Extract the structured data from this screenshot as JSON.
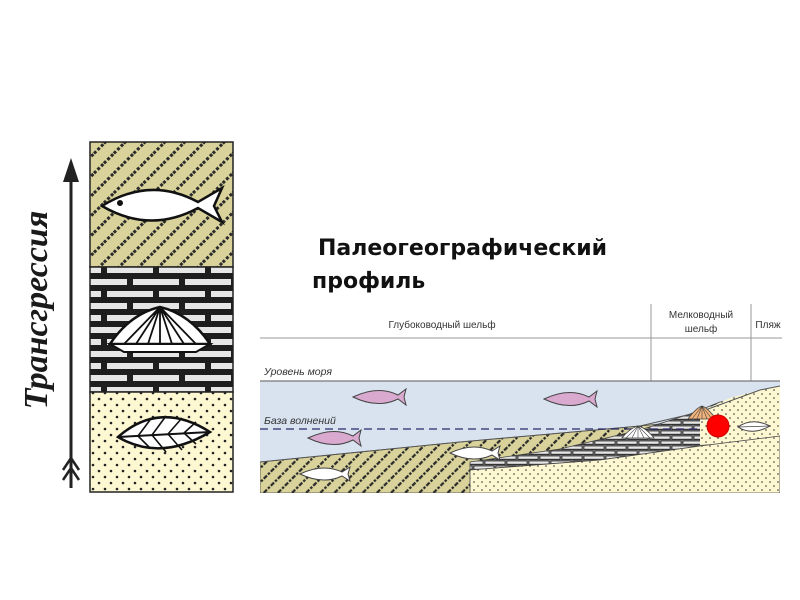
{
  "vertical_label": "Трансгрессия",
  "title": {
    "line1": "Палеогеографический",
    "line2": "профиль"
  },
  "zones": {
    "deep_shelf": "Глубоководный шельф",
    "shallow_shelf_line1": "Мелководный",
    "shallow_shelf_line2": "шельф",
    "beach": "Пляж"
  },
  "levels": {
    "sea_level": "Уровень моря",
    "wave_base": "База волнений"
  },
  "column_layers": [
    {
      "lithology": "hatched-sandy-clay",
      "fossil": "fish-icon",
      "color": "#d9d39b"
    },
    {
      "lithology": "limestone-bricks",
      "fossil": "shell-icon",
      "color": "#e4e4e4"
    },
    {
      "lithology": "dotted-sand",
      "fossil": "leaf-icon",
      "color": "#fdf7d2"
    }
  ],
  "colors": {
    "water": "#d8e3ef",
    "clay": "#d9d39b",
    "limestone": "#e6e6e6",
    "sand": "#fdf7d2",
    "fish_pink": "#d9a9cf",
    "marker_red": "#ff0000",
    "shell_orange": "#f0b27a"
  }
}
